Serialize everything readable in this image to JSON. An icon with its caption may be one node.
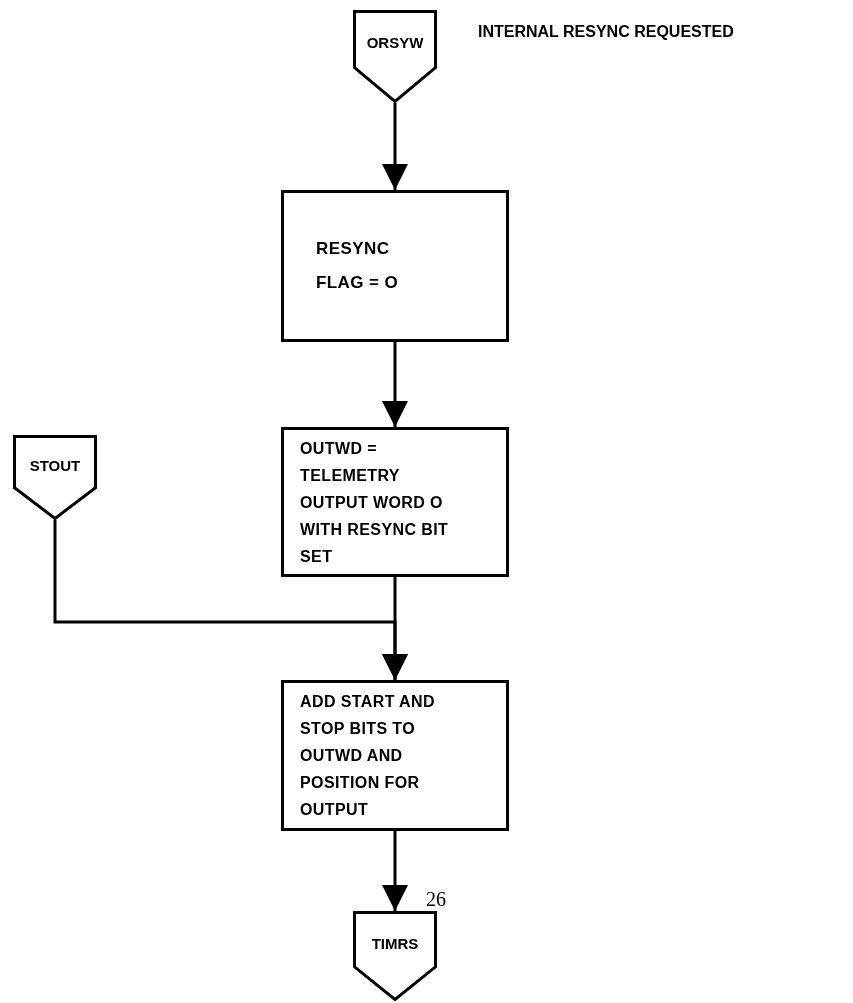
{
  "diagram": {
    "nodes": [
      {
        "text": [
          "ORSYW"
        ],
        "beside": [
          "INTERNAL RESYNC REQUESTED"
        ]
      },
      {
        "text": [
          "RESYNC FLAG = O"
        ]
      },
      {
        "text": [
          "OUTWD = TELEMETRY OUTPUT WORD O WITH RESYNC BIT SET"
        ]
      },
      {
        "text": [
          "STOUT"
        ]
      },
      {
        "text": [
          "ADD START AND STOP BITS TO OUTWD AND POSITION FOR OUTPUT"
        ]
      },
      {
        "text": [
          "TIMRS"
        ]
      }
    ],
    "edges": [
      {
        "from": 0,
        "to": 1,
        "arrow": "to"
      },
      {
        "from": 1,
        "to": 2,
        "arrow": "to"
      },
      {
        "from": 2,
        "to": 4,
        "arrow": "to"
      },
      {
        "from": 3,
        "to": 4,
        "arrow": "to"
      },
      {
        "from": 4,
        "to": 5,
        "arrow": "to"
      }
    ],
    "labels": [
      "26"
    ]
  }
}
